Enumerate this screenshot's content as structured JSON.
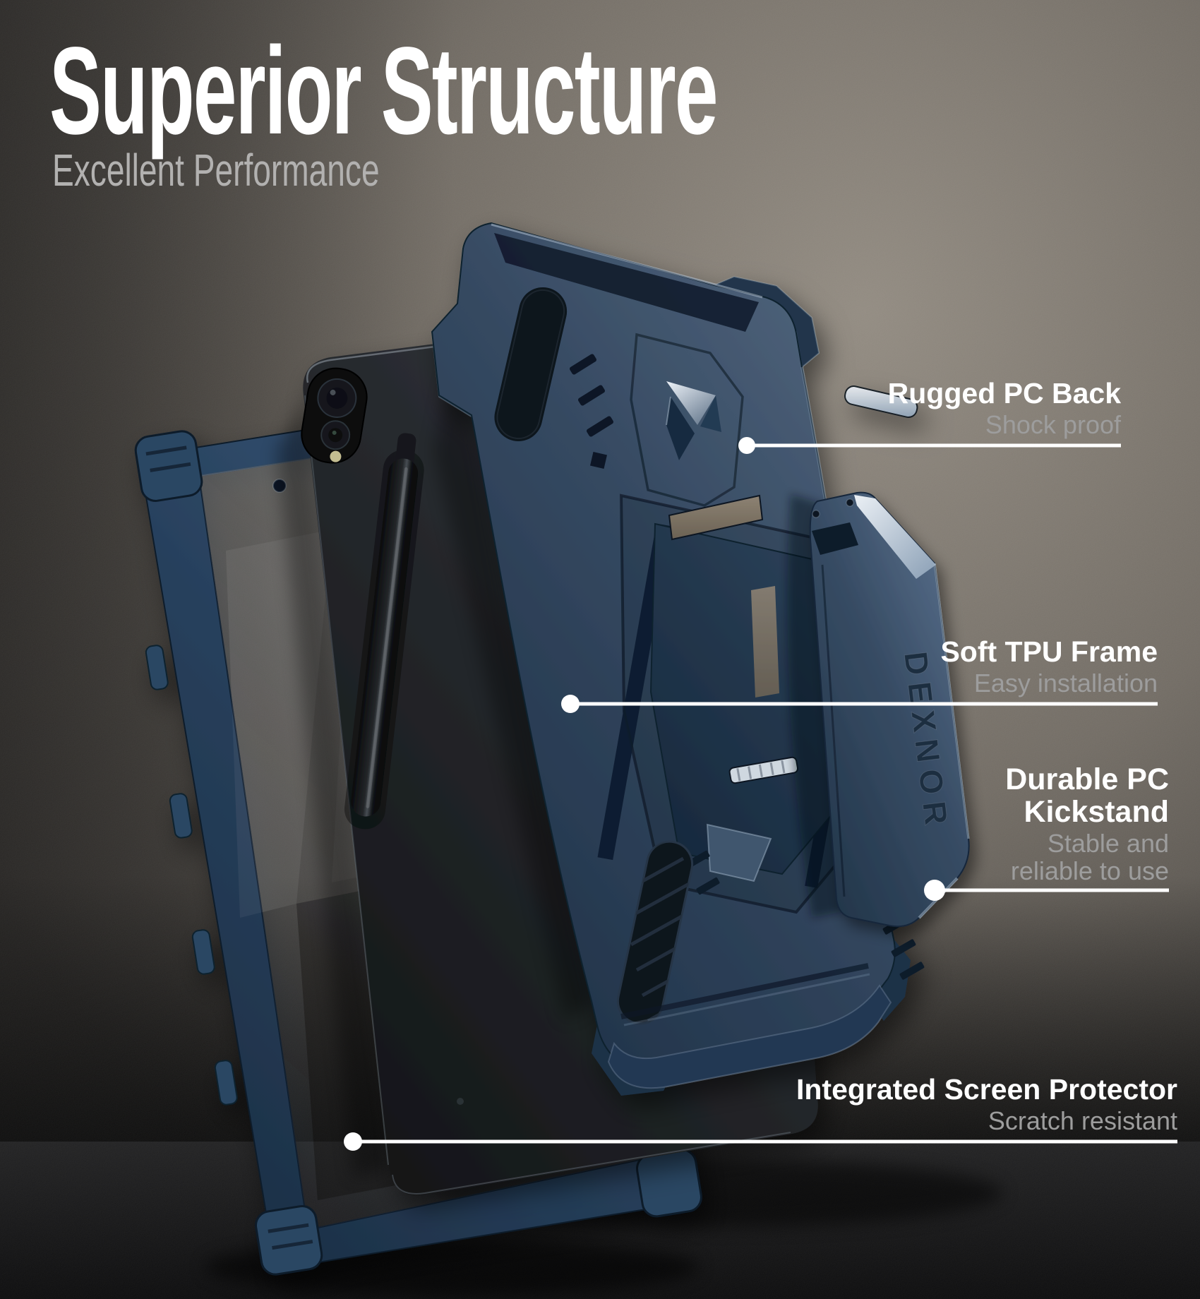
{
  "page": {
    "title": "Superior Structure",
    "subtitle": "Excellent Performance"
  },
  "brand": "DEXNOR",
  "callouts": [
    {
      "heading": "Rugged PC Back",
      "sub": "Shock proof"
    },
    {
      "heading": "Soft TPU Frame",
      "sub": "Easy installation"
    },
    {
      "heading": "Durable PC Kickstand",
      "sub": "Stable and reliable to use"
    },
    {
      "heading": "Integrated Screen Protector",
      "sub": "Scratch resistant"
    }
  ],
  "colors": {
    "heading_text": "#ffffff",
    "sub_text": "#9d9d9d",
    "callout_line": "#ffffff",
    "case_navy": "#32465d",
    "wall_light": "#8f897f",
    "wall_dark": "#34312e",
    "floor": "#0b0b0c"
  }
}
